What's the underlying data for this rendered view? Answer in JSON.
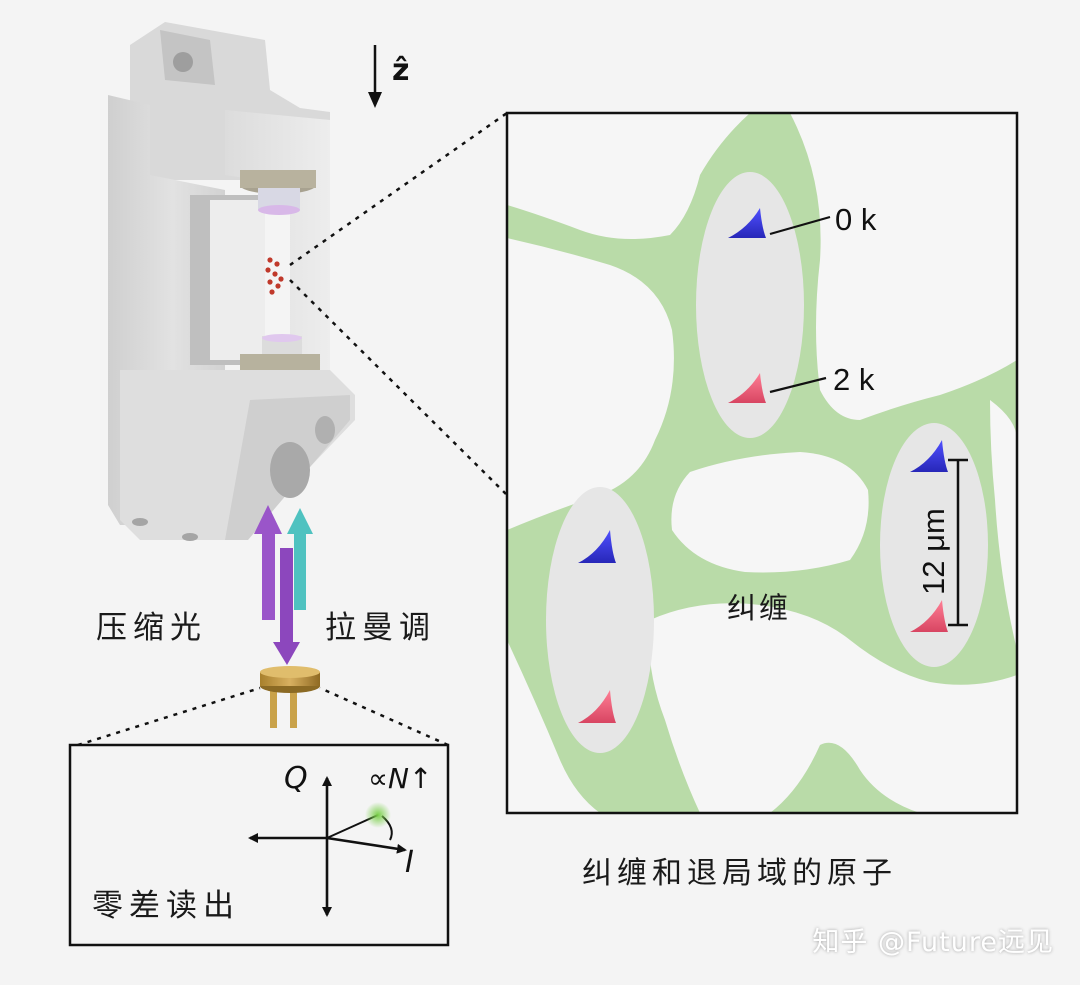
{
  "labels": {
    "z_axis": "ẑ",
    "squeezed_light": "压缩光",
    "raman_modulation": "拉曼调",
    "homodyne_readout": "零差读出",
    "entangled": "纠缠",
    "caption": "纠缠和退局域的原子",
    "atom_0k": "0 k",
    "atom_2k": "2 k",
    "scale_bar": "12 μm",
    "axis_Q": "Q",
    "axis_I": "I",
    "proportional": "∝N↑"
  },
  "watermark": "知乎 @Future远见",
  "colors": {
    "lattice_green": "#b9dba8",
    "cell_grey": "#e6e6e6",
    "atom_blue": "#3535d6",
    "atom_red": "#e0566f",
    "squeezed_purple": "#9a55c9",
    "raman_teal": "#4fc2c0"
  }
}
